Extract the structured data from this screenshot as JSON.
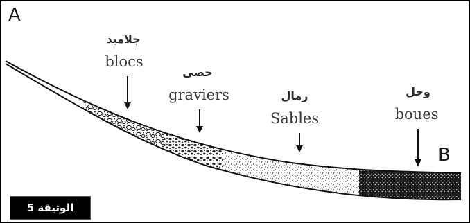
{
  "corner_labels": {
    "start": "A",
    "end": "B"
  },
  "sediments": [
    {
      "arabic": "جلاميد",
      "french": "blocs"
    },
    {
      "arabic": "حصى",
      "french": "graviers"
    },
    {
      "arabic": "رمال",
      "french": "Sables"
    },
    {
      "arabic": "وحل",
      "french": "boues"
    }
  ],
  "document_label": "الوثيقة 5"
}
